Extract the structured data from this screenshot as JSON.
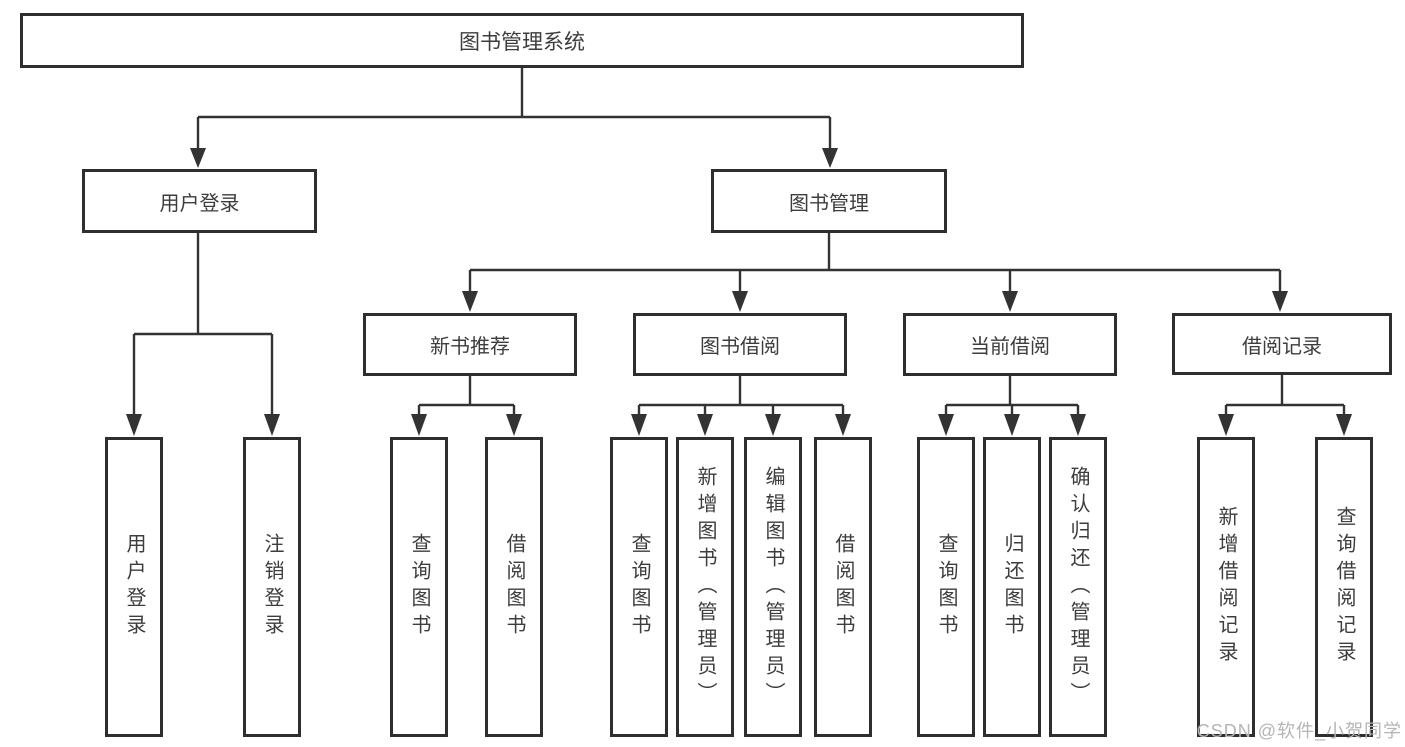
{
  "diagram": {
    "root_label": "图书管理系统",
    "level2": [
      {
        "label": "用户登录"
      },
      {
        "label": "图书管理"
      }
    ],
    "level3": [
      {
        "label": "新书推荐"
      },
      {
        "label": "图书借阅"
      },
      {
        "label": "当前借阅"
      },
      {
        "label": "借阅记录"
      }
    ],
    "leaves": {
      "login": [
        {
          "label": "用户登录"
        },
        {
          "label": "注销登录"
        }
      ],
      "new_book": [
        {
          "label": "查询图书"
        },
        {
          "label": "借阅图书"
        }
      ],
      "borrow": [
        {
          "label": "查询图书"
        },
        {
          "label": "新增图书（管理员）"
        },
        {
          "label": "编辑图书（管理员）"
        },
        {
          "label": "借阅图书"
        }
      ],
      "current": [
        {
          "label": "查询图书"
        },
        {
          "label": "归还图书"
        },
        {
          "label": "确认归还（管理员）"
        }
      ],
      "record": [
        {
          "label": "新增借阅记录"
        },
        {
          "label": "查询借阅记录"
        }
      ]
    },
    "watermark": "CSDN @软件_小贺同学",
    "colors": {
      "line": "#333333",
      "box_border": "#2e2e2e",
      "text": "#3d3d3d",
      "watermark": "#b5b5b5",
      "background": "#ffffff"
    }
  }
}
